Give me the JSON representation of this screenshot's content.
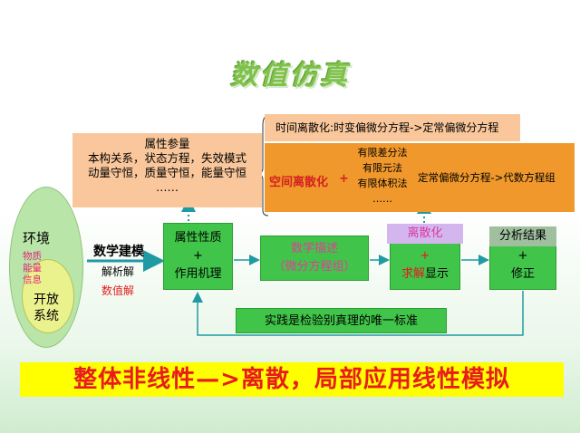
{
  "title": "数值仿真",
  "left": {
    "environment": "环境",
    "flows": [
      "物质",
      "能量",
      "信息"
    ],
    "open_system": [
      "开放",
      "系统"
    ]
  },
  "modeling": {
    "title": "数学建模",
    "analytic": "解析解",
    "numeric": "数值解"
  },
  "attribute_params": {
    "title": "属性参量",
    "lines": [
      "本构关系，状态方程，失效模式",
      "动量守恒，质量守恒，能量守恒",
      "……"
    ]
  },
  "discretization": {
    "time": "时间离散化:时变偏微分方程->定常偏微分方程",
    "space_label": "空间离散化",
    "plus": "+",
    "methods": [
      "有限差分法",
      "有限元法",
      "有限体积法",
      "……"
    ],
    "space_result": "定常偏微分方程->代数方程组"
  },
  "boxes": {
    "attribute": [
      "属性性质",
      "+",
      "作用机理"
    ],
    "math_description": [
      "数学描述",
      "（微分方程组）"
    ],
    "discrete_title": "离散化",
    "discrete_plus": "+",
    "discrete_solve": "求解",
    "discrete_show": "显示",
    "result_title": "分析结果",
    "result_plus": "+",
    "result_fix": "修正"
  },
  "practice": "实践是检验别真理的唯一标准",
  "banner": "整体非线性—>离散，局部应用线性模拟",
  "colors": {
    "green_box": "#41c44a",
    "orange_light": "#f9c79b",
    "orange_dark": "#f0982c",
    "banner_bg": "#ffff00",
    "banner_text": "#e81c1c",
    "arrow": "#1f9aa3"
  }
}
